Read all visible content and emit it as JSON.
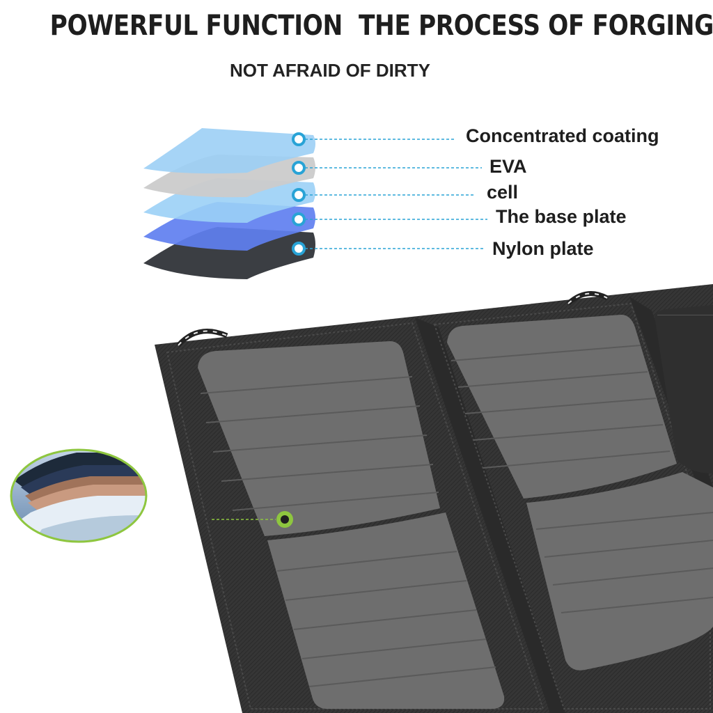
{
  "header": {
    "title": "POWERFUL FUNCTION  THE PROCESS OF FORGING",
    "subtitle": "NOT AFRAID OF DIRTY"
  },
  "layers": {
    "items": [
      {
        "label": "Concentrated coating",
        "color": "#8fc8f2"
      },
      {
        "label": "EVA",
        "color": "#c9c9c9"
      },
      {
        "label": "cell",
        "color": "#9fd0f5"
      },
      {
        "label": "The base plate",
        "color": "#6f8df0"
      },
      {
        "label": "Nylon plate",
        "color": "#3a3d42"
      }
    ],
    "marker_color": "#29a3d6"
  },
  "panel": {
    "fabric_color": "#3a3a3a",
    "cell_color": "#6f6f6f",
    "marker_color": "#8ec63f"
  }
}
